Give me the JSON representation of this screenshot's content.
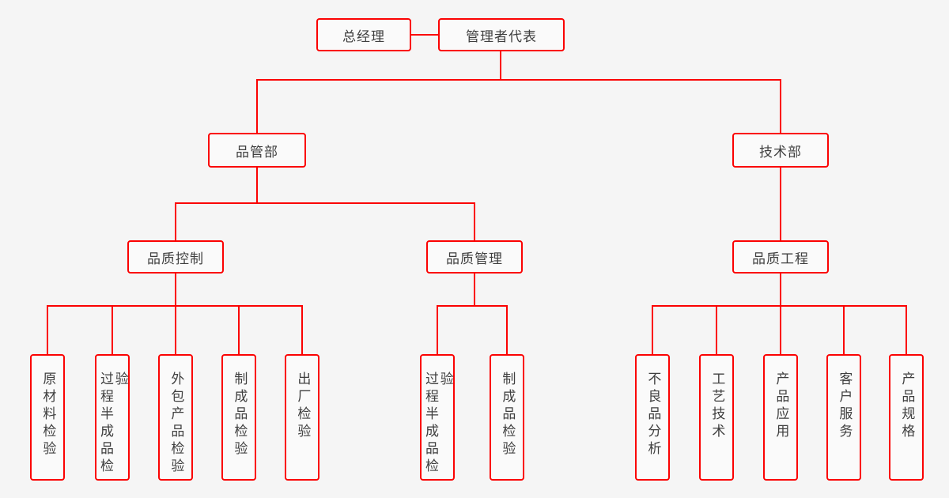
{
  "canvas": {
    "background_color": "#f5f5f5",
    "node_fill_color": "#fafafa",
    "node_border_color": "#fb0202",
    "connector_color": "#fb0202",
    "text_color": "#3f3f3f"
  },
  "org_chart": {
    "top": {
      "general_manager": "总经理",
      "management_representative": "管理者代表"
    },
    "departments": {
      "quality_dept": "品管部",
      "technical_dept": "技术部"
    },
    "sections": {
      "quality_control": "品质控制",
      "quality_management": "品质管理",
      "quality_engineering": "品质工程"
    },
    "teams": {
      "quality_control_children": [
        "原材料检验",
        "过程半成品检验",
        "外包产品检验",
        "制成品检验",
        "出厂检验"
      ],
      "quality_management_children": [
        "过程半成品检验",
        "制成品检验"
      ],
      "quality_engineering_children": [
        "不良品分析",
        "工艺技术",
        "产品应用",
        "客户服务",
        "产品规格"
      ]
    }
  }
}
